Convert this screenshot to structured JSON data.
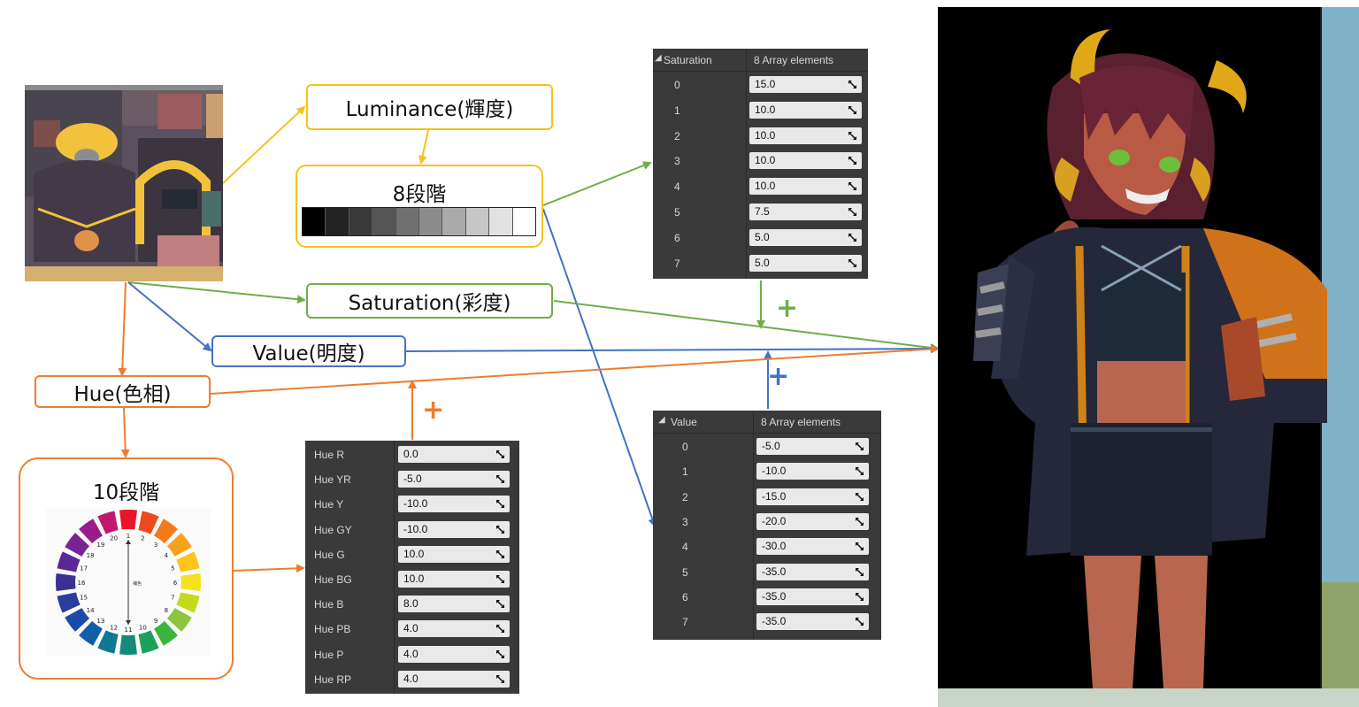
{
  "boxes": {
    "luminance": "Luminance(輝度)",
    "steps8": "8段階",
    "saturation": "Saturation(彩度)",
    "value": "Value(明度)",
    "hue": "Hue(色相)",
    "steps10": "10段階"
  },
  "luminance_gray_levels": [
    "#000000",
    "#242424",
    "#3a3a3a",
    "#555555",
    "#707070",
    "#8c8c8c",
    "#aaaaaa",
    "#c6c6c6",
    "#e2e2e2",
    "#ffffff"
  ],
  "plus_sign": "+",
  "saturation_panel": {
    "title": "Saturation",
    "header_right": "8 Array elements",
    "rows": [
      {
        "index": "0",
        "value": "15.0"
      },
      {
        "index": "1",
        "value": "10.0"
      },
      {
        "index": "2",
        "value": "10.0"
      },
      {
        "index": "3",
        "value": "10.0"
      },
      {
        "index": "4",
        "value": "10.0"
      },
      {
        "index": "5",
        "value": "7.5"
      },
      {
        "index": "6",
        "value": "5.0"
      },
      {
        "index": "7",
        "value": "5.0"
      }
    ]
  },
  "value_panel": {
    "title": "Value",
    "header_right": "8 Array elements",
    "rows": [
      {
        "index": "0",
        "value": "-5.0"
      },
      {
        "index": "1",
        "value": "-10.0"
      },
      {
        "index": "2",
        "value": "-15.0"
      },
      {
        "index": "3",
        "value": "-20.0"
      },
      {
        "index": "4",
        "value": "-30.0"
      },
      {
        "index": "5",
        "value": "-35.0"
      },
      {
        "index": "6",
        "value": "-35.0"
      },
      {
        "index": "7",
        "value": "-35.0"
      }
    ]
  },
  "hue_panel": {
    "rows": [
      {
        "label": "Hue R",
        "value": "0.0"
      },
      {
        "label": "Hue YR",
        "value": "-5.0"
      },
      {
        "label": "Hue Y",
        "value": "-10.0"
      },
      {
        "label": "Hue GY",
        "value": "-10.0"
      },
      {
        "label": "Hue G",
        "value": "10.0"
      },
      {
        "label": "Hue BG",
        "value": "10.0"
      },
      {
        "label": "Hue B",
        "value": "8.0"
      },
      {
        "label": "Hue PB",
        "value": "4.0"
      },
      {
        "label": "Hue P",
        "value": "4.0"
      },
      {
        "label": "Hue RP",
        "value": "4.0"
      }
    ]
  },
  "color_wheel": {
    "center_label": "補色",
    "numbers": [
      "1",
      "2",
      "3",
      "4",
      "5",
      "6",
      "7",
      "8",
      "9",
      "10",
      "11",
      "12",
      "13",
      "14",
      "15",
      "16",
      "17",
      "18",
      "19",
      "20"
    ],
    "segment_colors": [
      "#e8152a",
      "#f04a1c",
      "#f47a1c",
      "#f8a21c",
      "#fcc41c",
      "#f5e11c",
      "#c6d81c",
      "#8cc63f",
      "#3cb43c",
      "#1ca05a",
      "#168a7a",
      "#0f7894",
      "#0f5fa8",
      "#1a4ba8",
      "#2a3c9c",
      "#3c2f95",
      "#5a2896",
      "#7a2494",
      "#9a1c8a",
      "#c01870"
    ]
  },
  "colors": {
    "yellow": "#f5c21c",
    "green": "#70ad47",
    "blue": "#4472c4",
    "orange": "#ed7d31"
  }
}
